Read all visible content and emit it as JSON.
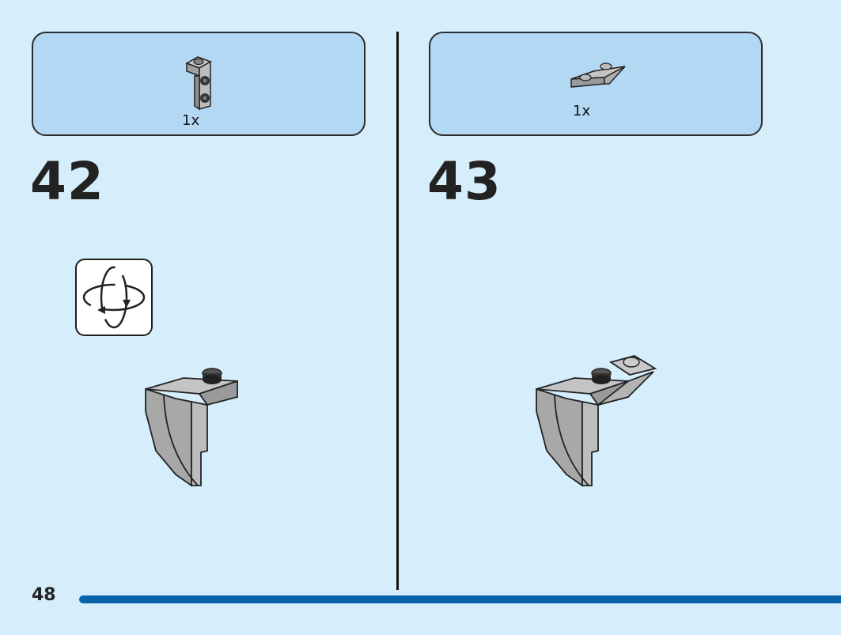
{
  "page": {
    "number": "48"
  },
  "progress": {
    "fraction": 1.0,
    "color": "#0a62ad"
  },
  "steps": [
    {
      "number": "42",
      "parts": [
        {
          "quantity": "1x",
          "part_icon": "bracket-1x2-icon"
        }
      ],
      "note_icon": "rotate-model-icon",
      "model_icon": "assembly-step-42-icon"
    },
    {
      "number": "43",
      "parts": [
        {
          "quantity": "1x",
          "part_icon": "inverted-slope-icon"
        }
      ],
      "model_icon": "assembly-step-43-icon"
    }
  ],
  "colors": {
    "background": "#d6edfb",
    "callout": "#b3d8f4",
    "brick_gray": "#a7a7a7"
  }
}
